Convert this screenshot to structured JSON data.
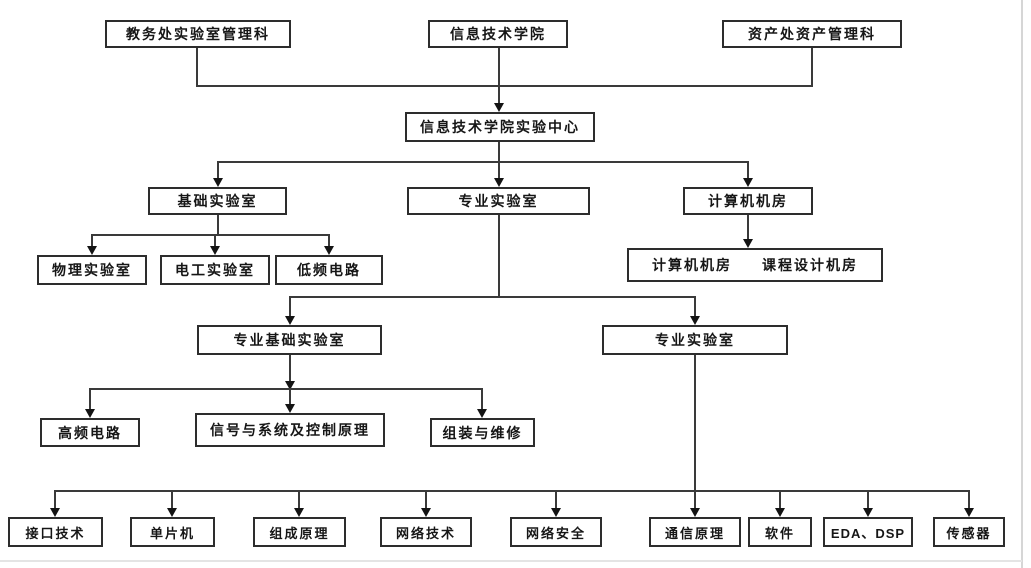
{
  "colors": {
    "background": "#ffffff",
    "box_border": "#2d2d2d",
    "connector_line": "#3a3a3a",
    "text": "#161616"
  },
  "nodes": {
    "admin_office": {
      "label": "教务处实验室管理科"
    },
    "it_school": {
      "label": "信息技术学院"
    },
    "assets_office": {
      "label": "资产处资产管理科"
    },
    "exp_center": {
      "label": "信息技术学院实验中心"
    },
    "basic_lab": {
      "label": "基础实验室"
    },
    "pro_lab_mid": {
      "label": "专业实验室"
    },
    "computer_room": {
      "label": "计算机机房"
    },
    "physics_lab": {
      "label": "物理实验室"
    },
    "electrician_lab": {
      "label": "电工实验室"
    },
    "low_freq_circuit": {
      "label": "低频电路"
    },
    "computer_rooms": {
      "label_left": "计算机机房",
      "label_right": "课程设计机房"
    },
    "pro_basic_lab": {
      "label": "专业基础实验室"
    },
    "pro_lab_right": {
      "label": "专业实验室"
    },
    "high_freq_circuit": {
      "label": "高频电路"
    },
    "signals_systems": {
      "label": "信号与系统及控制原理"
    },
    "assembly_maintenance": {
      "label": "组装与维修"
    },
    "interface_tech": {
      "label": "接口技术"
    },
    "mcu": {
      "label": "单片机"
    },
    "composition_principle": {
      "label": "组成原理"
    },
    "network_tech": {
      "label": "网络技术"
    },
    "network_security": {
      "label": "网络安全"
    },
    "comm_principle": {
      "label": "通信原理"
    },
    "software": {
      "label": "软件"
    },
    "eda_dsp": {
      "label": "EDA、DSP"
    },
    "sensor": {
      "label": "传感器"
    }
  }
}
